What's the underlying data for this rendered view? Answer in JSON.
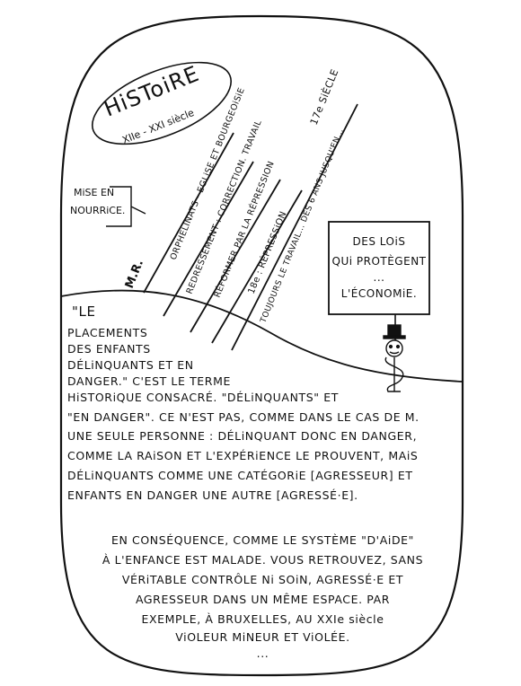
{
  "timeline": {
    "title": "HiSToiRE",
    "century_label": "XIIe - XXI siècle",
    "branches": [
      "M.R.",
      "ORPHELINATS - EGLiSE ET BOURGEOiSiE",
      "REDRESSEMENT : CORRECTION. TRAVAIL",
      "RÉFORMER PAR LA RÉPRESSION",
      "17e SiÈCLE",
      "18e : RÉPRESSiON",
      "TOUJOURS LE TRAVAIL... DÈS 6 ANS JUSQU'EN..."
    ],
    "mise_label_1": "MiSE EN",
    "mise_label_2": "NOURRiCE."
  },
  "sign": {
    "line1": "DES LOiS",
    "line2": "QUi PROTÈGENT",
    "line3": "...",
    "line4": "L'ÉCONOMiE."
  },
  "paragraph1": [
    "\"LE",
    "PLACEMENTS",
    "DES ENFANTS",
    "DÉLiNQUANTS ET EN",
    "DANGER.\" C'EST LE TERME",
    "HiSTORiQUE CONSACRÉ. \"DÉLiNQUANTS\" ET",
    "\"EN DANGER\". CE N'EST PAS, COMME DANS LE CAS DE M.",
    "UNE SEULE PERSONNE : DÉLiNQUANT DONC EN DANGER,",
    "COMME LA RAiSON ET L'EXPÉRiENCE LE PROUVENT, MAiS",
    "DÉLiNQUANTS COMME UNE CATÉGORiE [AGRESSEUR] ET",
    "ENFANTS EN DANGER UNE AUTRE [AGRESSÉ·E]."
  ],
  "paragraph2": [
    "EN CONSÉQUENCE, COMME LE SYSTÈME \"D'AiDE\"",
    "À L'ENFANCE EST MALADE. VOUS RETROUVEZ, SANS",
    "VÉRiTABLE CONTRÔLE Ni SOiN, AGRESSÉ·E ET",
    "AGRESSEUR DANS UN MÊME ESPACE. PAR",
    "EXEMPLE, À BRUXELLES, AU XXIe siècle",
    "ViOLEUR MiNEUR ET ViOLÉE.",
    "..."
  ]
}
